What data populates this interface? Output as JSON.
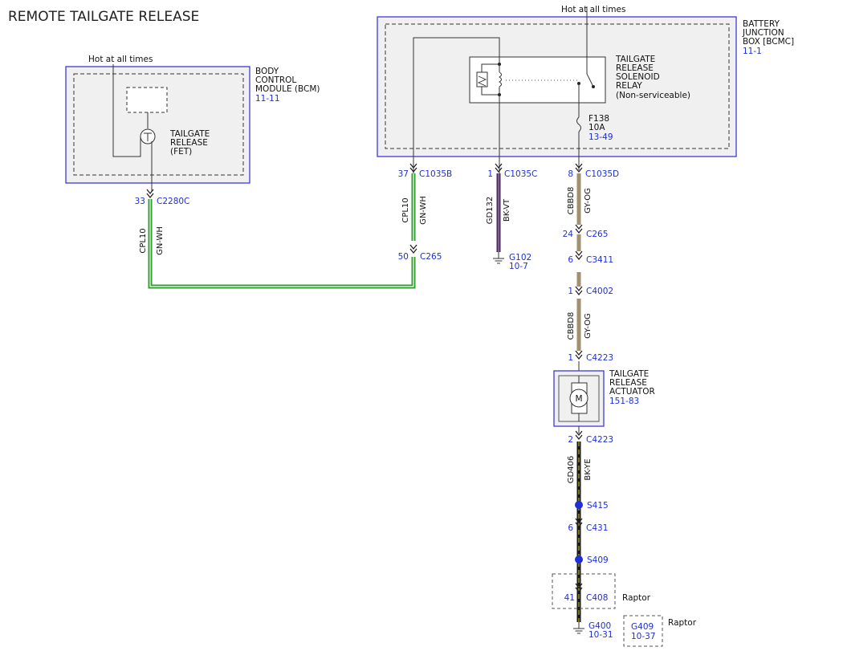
{
  "title": "REMOTE TAILGATE RELEASE",
  "colors": {
    "module_border": "#3a3ad8",
    "module_fill": "#f0f0f0",
    "link_blue": "#1f2fd8",
    "wire_gn_wh": "#2e9e2e",
    "wire_bk_vt": "#4a2a5a",
    "wire_gy_og": "#a09070",
    "wire_bk_ye": "#1a1a1a",
    "wire_bk_ye_stripe": "#e0d020",
    "splice": "#1f2fd8"
  },
  "bcm": {
    "power_label": "Hot at all times",
    "name_lines": [
      "BODY",
      "CONTROL",
      "MODULE (BCM)"
    ],
    "ref": "11-11",
    "fet_lines": [
      "TAILGATE",
      "RELEASE",
      "(FET)"
    ]
  },
  "bjb": {
    "power_label": "Hot at all times",
    "name_lines": [
      "BATTERY",
      "JUNCTION",
      "BOX [BCMC]"
    ],
    "ref": "11-1",
    "relay_lines": [
      "TAILGATE",
      "RELEASE",
      "SOLENOID",
      "RELAY",
      "(Non-serviceable)"
    ],
    "fuse_lines": [
      "F138",
      "10A"
    ],
    "fuse_ref": "13-49"
  },
  "actuator": {
    "name_lines": [
      "TAILGATE",
      "RELEASE",
      "ACTUATOR"
    ],
    "ref": "151-83",
    "symbol": "M"
  },
  "connectors": {
    "c2280c": {
      "pin": "33",
      "name": "C2280C"
    },
    "c1035b": {
      "pin": "37",
      "name": "C1035B"
    },
    "c1035c": {
      "pin": "1",
      "name": "C1035C"
    },
    "c1035d": {
      "pin": "8",
      "name": "C1035D"
    },
    "c265_left": {
      "pin": "50",
      "name": "C265"
    },
    "c265_right": {
      "pin": "24",
      "name": "C265"
    },
    "c3411": {
      "pin": "6",
      "name": "C3411"
    },
    "c4002": {
      "pin": "1",
      "name": "C4002"
    },
    "c4223_top": {
      "pin": "1",
      "name": "C4223"
    },
    "c4223_bottom": {
      "pin": "2",
      "name": "C4223"
    },
    "c431": {
      "pin": "6",
      "name": "C431"
    },
    "c408": {
      "pin": "41",
      "name": "C408"
    }
  },
  "circuits": {
    "cpl10_left": {
      "circuit": "CPL10",
      "color": "GN-WH"
    },
    "cpl10_mid": {
      "circuit": "CPL10",
      "color": "GN-WH"
    },
    "gd132": {
      "circuit": "GD132",
      "color": "BK-VT"
    },
    "cbbd8_top": {
      "circuit": "CBBD8",
      "color": "GY-OG"
    },
    "cbbd8_mid": {
      "circuit": "CBBD8",
      "color": "GY-OG"
    },
    "gd406": {
      "circuit": "GD406",
      "color": "BK-YE"
    }
  },
  "splices": {
    "s415": "S415",
    "s409": "S409"
  },
  "grounds": {
    "g102": {
      "name": "G102",
      "ref": "10-7"
    },
    "g400": {
      "name": "G400",
      "ref": "10-31"
    },
    "g409": {
      "name": "G409",
      "ref": "10-37"
    }
  },
  "options": {
    "c408": "Raptor",
    "g409": "Raptor"
  }
}
